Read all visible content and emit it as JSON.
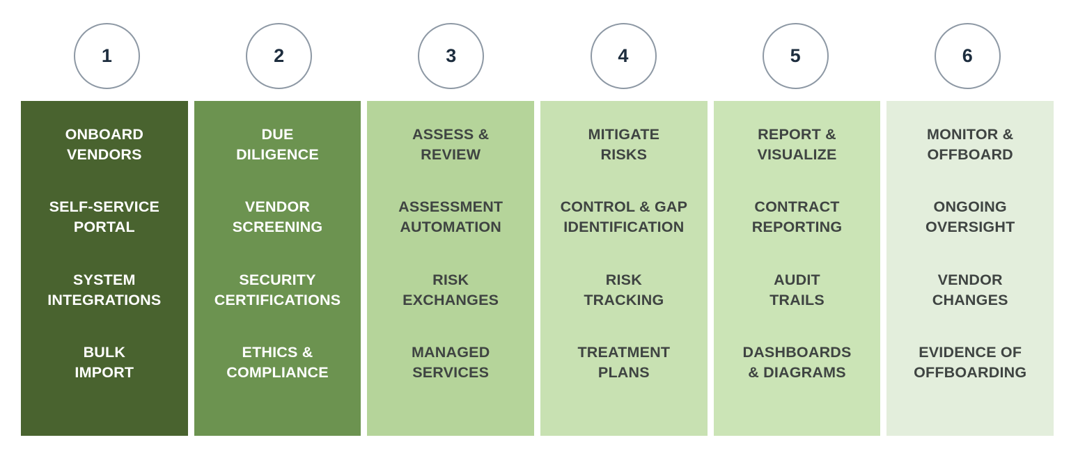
{
  "diagram": {
    "type": "process-stages",
    "stage_count": 6,
    "colors": {
      "stage_1_bg": "#49632f",
      "stage_2_bg": "#6c9350",
      "stage_3_bg": "#b5d49a",
      "stage_4_bg": "#c8e1b2",
      "stage_5_bg": "#cbe4b6",
      "stage_6_bg": "#e3eedc",
      "light_text": "#ffffff",
      "dark_text": "#3f4442",
      "circle_border": "#8d98a4",
      "circle_number": "#1d2d3e",
      "page_bg": "#ffffff"
    },
    "stages": [
      {
        "number": "1",
        "text_tone": "light",
        "bg_class": "col-1",
        "items": [
          {
            "lines": [
              "ONBOARD",
              "VENDORS"
            ]
          },
          {
            "lines": [
              "SELF-SERVICE",
              "PORTAL"
            ]
          },
          {
            "lines": [
              "SYSTEM",
              "INTEGRATIONS"
            ]
          },
          {
            "lines": [
              "BULK",
              "IMPORT"
            ]
          }
        ]
      },
      {
        "number": "2",
        "text_tone": "light",
        "bg_class": "col-2",
        "items": [
          {
            "lines": [
              "DUE",
              "DILIGENCE"
            ]
          },
          {
            "lines": [
              "VENDOR",
              "SCREENING"
            ]
          },
          {
            "lines": [
              "SECURITY",
              "CERTIFICATIONS"
            ]
          },
          {
            "lines": [
              "ETHICS &",
              "COMPLIANCE"
            ]
          }
        ]
      },
      {
        "number": "3",
        "text_tone": "dark",
        "bg_class": "col-3",
        "items": [
          {
            "lines": [
              "ASSESS &",
              "REVIEW"
            ]
          },
          {
            "lines": [
              "ASSESSMENT",
              "AUTOMATION"
            ]
          },
          {
            "lines": [
              "RISK",
              "EXCHANGES"
            ]
          },
          {
            "lines": [
              "MANAGED",
              "SERVICES"
            ]
          }
        ]
      },
      {
        "number": "4",
        "text_tone": "dark",
        "bg_class": "col-4",
        "items": [
          {
            "lines": [
              "MITIGATE",
              "RISKS"
            ]
          },
          {
            "lines": [
              "CONTROL & GAP",
              "IDENTIFICATION"
            ]
          },
          {
            "lines": [
              "RISK",
              "TRACKING"
            ]
          },
          {
            "lines": [
              "TREATMENT",
              "PLANS"
            ]
          }
        ]
      },
      {
        "number": "5",
        "text_tone": "dark",
        "bg_class": "col-5",
        "items": [
          {
            "lines": [
              "REPORT &",
              "VISUALIZE"
            ]
          },
          {
            "lines": [
              "CONTRACT",
              "REPORTING"
            ]
          },
          {
            "lines": [
              "AUDIT",
              "TRAILS"
            ]
          },
          {
            "lines": [
              "DASHBOARDS",
              "& DIAGRAMS"
            ]
          }
        ]
      },
      {
        "number": "6",
        "text_tone": "dark",
        "bg_class": "col-6",
        "items": [
          {
            "lines": [
              "MONITOR &",
              "OFFBOARD"
            ]
          },
          {
            "lines": [
              "ONGOING",
              "OVERSIGHT"
            ]
          },
          {
            "lines": [
              "VENDOR",
              "CHANGES"
            ]
          },
          {
            "lines": [
              "EVIDENCE OF",
              "OFFBOARDING"
            ]
          }
        ]
      }
    ]
  }
}
